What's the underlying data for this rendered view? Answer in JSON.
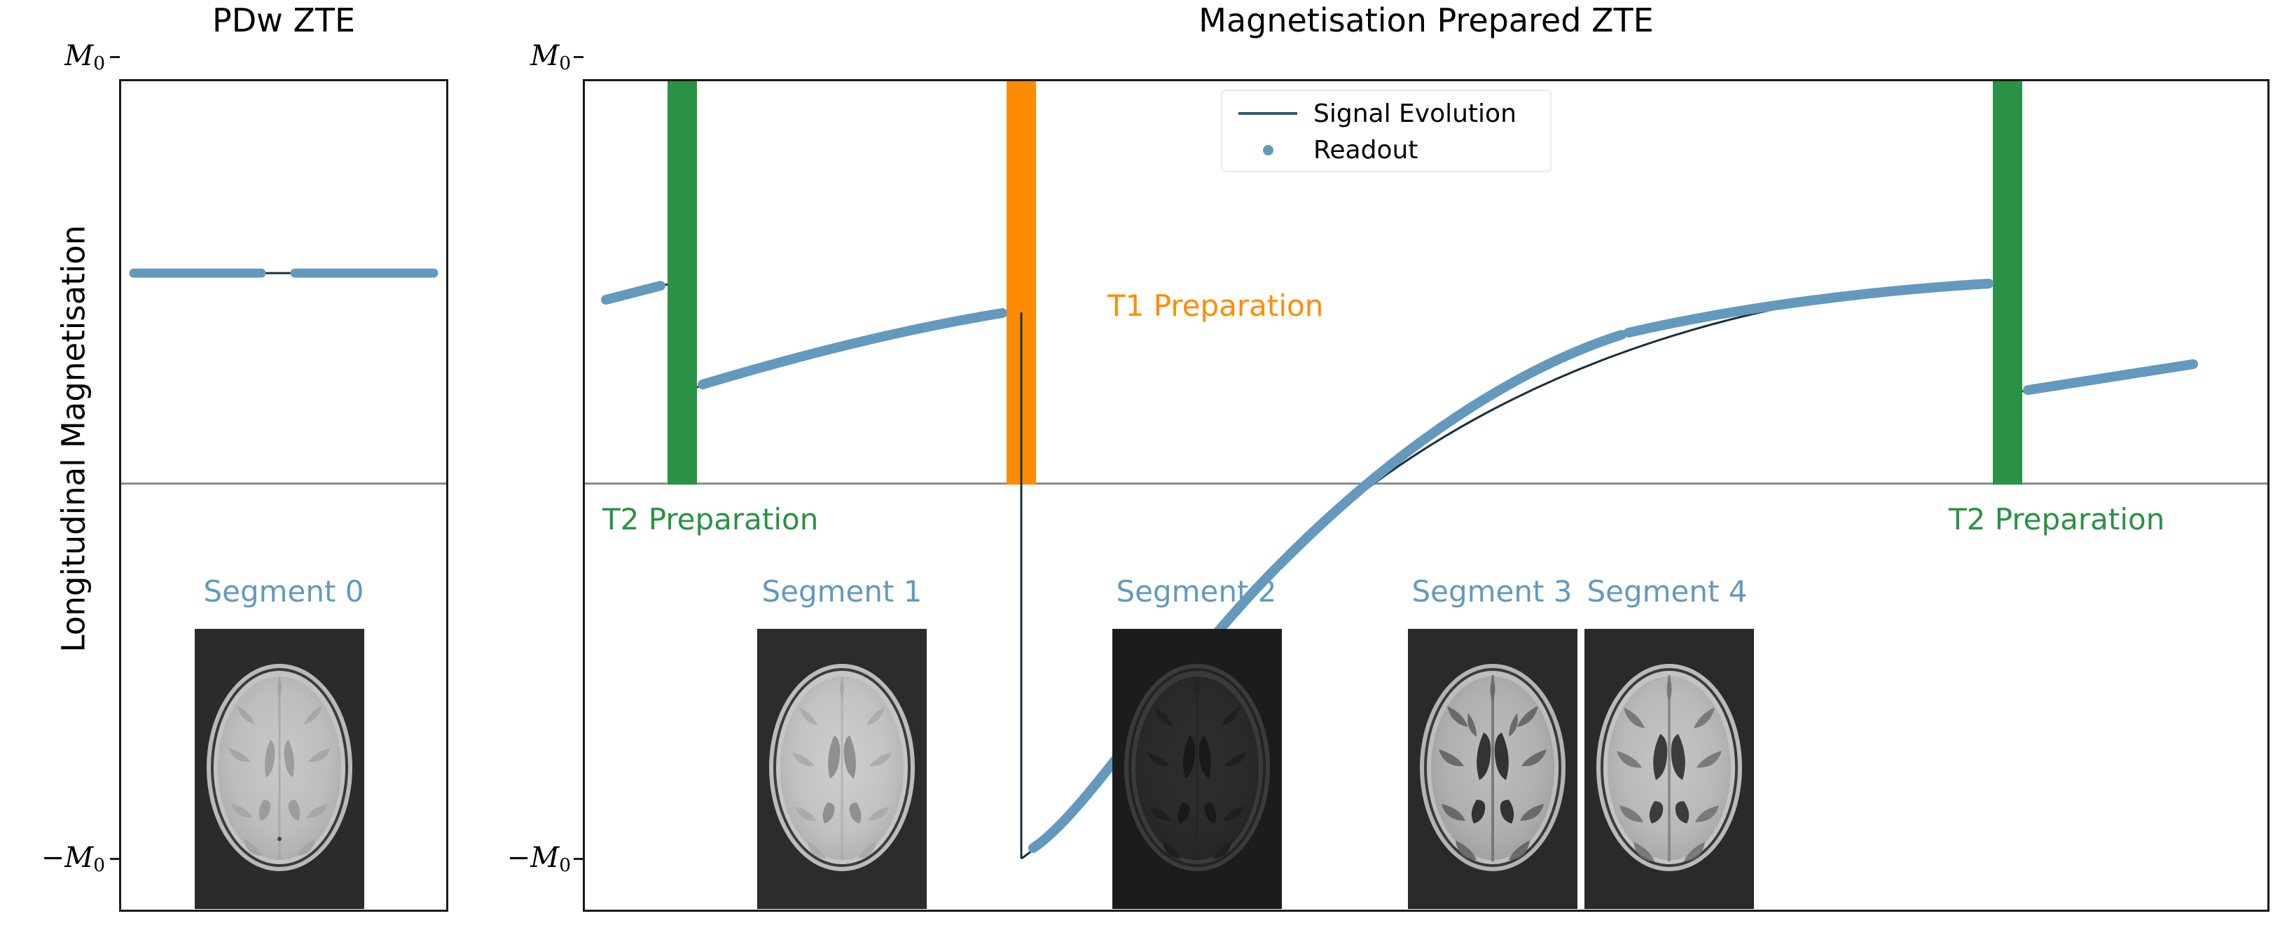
{
  "figure": {
    "ylabel": "Longitudinal Magnetisation",
    "ytick_top": "M",
    "ytick_top_sub": "0",
    "ytick_bottom": "−M",
    "ytick_bottom_sub": "0"
  },
  "panels": {
    "left": {
      "title": "PDw ZTE",
      "segment_label": "Segment 0"
    },
    "right": {
      "title": "Magnetisation Prepared ZTE",
      "prep_labels": [
        {
          "text": "T2 Preparation",
          "kind": "t2"
        },
        {
          "text": "T1 Preparation",
          "kind": "t1"
        },
        {
          "text": "T2 Preparation",
          "kind": "t2"
        }
      ],
      "segment_labels": [
        "Segment 1",
        "Segment 2",
        "Segment 3",
        "Segment 4"
      ]
    }
  },
  "legend": {
    "position": "upper center",
    "entries": [
      {
        "label": "Signal Evolution",
        "marker": "line",
        "color": "#2f5d75"
      },
      {
        "label": "Readout",
        "marker": "dot",
        "color": "#6399bd"
      }
    ]
  },
  "colors": {
    "signal_line": "#2f5d75",
    "readout": "#6399bd",
    "t2_prep": "#2a9244",
    "t1_prep": "#ff8c00",
    "zero_line": "#8c8c8c",
    "axis": "#1a1a1a",
    "segment_label": "#6399bd"
  },
  "chart_data": {
    "type": "line",
    "title": "Magnetisation Prepared ZTE",
    "xlabel": "",
    "ylabel": "Longitudinal Magnetisation",
    "ylim": [
      -1,
      1
    ],
    "ytick_labels": [
      "M0",
      "-M0"
    ],
    "ytick_values": [
      1,
      -1
    ],
    "grid": false,
    "legend_position": "upper center",
    "panels": [
      {
        "name": "PDw ZTE",
        "xlim": [
          0,
          1
        ],
        "readout_segments": [
          {
            "segment": 0,
            "x": [
              0.05,
              0.95
            ],
            "y": [
              0.535,
              0.535
            ]
          }
        ],
        "prep_blocks": [],
        "images": [
          {
            "segment": 0,
            "contrast": "proton-density-weighted"
          }
        ]
      },
      {
        "name": "Magnetisation Prepared ZTE",
        "xlim": [
          0,
          1
        ],
        "prep_blocks": [
          {
            "type": "T2",
            "x_center": 0.057,
            "width": 0.016,
            "color": "#2a9244"
          },
          {
            "type": "T1",
            "x_center": 0.258,
            "width": 0.016,
            "color": "#ff8c00"
          },
          {
            "type": "T2",
            "x_center": 0.843,
            "width": 0.016,
            "color": "#2a9244"
          }
        ],
        "series": [
          {
            "name": "Signal Evolution",
            "color": "#2f5d75",
            "x": [
              0.012,
              0.049,
              0.049,
              0.065,
              0.12,
              0.18,
              0.24,
              0.25,
              0.258,
              0.258,
              0.266,
              0.3,
              0.34,
              0.4,
              0.46,
              0.52,
              0.58,
              0.64,
              0.7,
              0.76,
              0.82,
              0.835,
              0.851,
              0.88,
              0.92,
              0.955
            ],
            "y": [
              0.455,
              0.495,
              0.26,
              0.275,
              0.33,
              0.375,
              0.41,
              0.415,
              0.418,
              -0.95,
              -0.92,
              -0.6,
              -0.33,
              -0.02,
              0.175,
              0.3,
              0.375,
              0.425,
              0.455,
              0.478,
              0.492,
              0.495,
              0.235,
              0.255,
              0.275,
              0.288
            ]
          }
        ],
        "readout_segments": [
          {
            "segment": 1,
            "x_start": 0.065,
            "x_end": 0.248,
            "y_start": 0.275,
            "y_end": 0.416
          },
          {
            "segment": 2,
            "x_start": 0.268,
            "x_end": 0.45,
            "y_start": -0.9,
            "y_end": -0.06
          },
          {
            "segment": 3,
            "x_start": 0.455,
            "x_end": 0.64,
            "y_start": 0.16,
            "y_end": 0.425
          },
          {
            "segment": 4,
            "x_start": 0.645,
            "x_end": 0.835,
            "y_start": 0.43,
            "y_end": 0.495
          },
          {
            "segment": 5,
            "x_start": 0.855,
            "x_end": 0.955,
            "y_start": 0.24,
            "y_end": 0.288
          }
        ],
        "images": [
          {
            "segment": 1,
            "contrast": "T2-prepared bright"
          },
          {
            "segment": 2,
            "contrast": "inversion-nulled dark"
          },
          {
            "segment": 3,
            "contrast": "T1-weighted recovering"
          },
          {
            "segment": 4,
            "contrast": "T1-weighted bright"
          }
        ]
      }
    ]
  }
}
